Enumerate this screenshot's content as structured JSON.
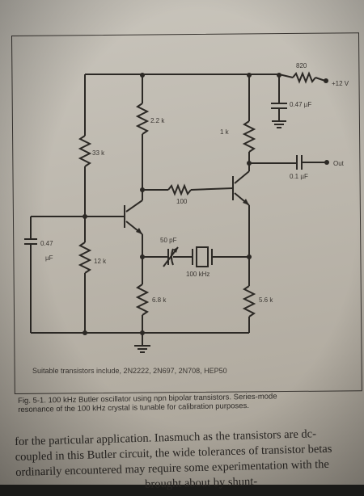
{
  "components": {
    "r_820": "820",
    "supply": "+12 V",
    "c_047_top": "0.47 µF",
    "r_22k": "2.2 k",
    "r_1k": "1 k",
    "out": "Out",
    "c_01": "0.1 µF",
    "r_33k": "33 k",
    "r_100": "100",
    "c_50p": "50 pF",
    "c_047_left_value": "0.47",
    "c_047_left_unit": "µF",
    "r_12k": "12 k",
    "crystal": "100 kHz",
    "r_68k": "6.8 k",
    "r_56k": "5.6 k"
  },
  "note": "Suitable transistors include, 2N2222, 2N697, 2N708, HEP50",
  "caption": {
    "line1": "Fig. 5-1. 100 kHz Butler oscillator using npn bipolar transistors. Series-mode",
    "line2": "resonance of the 100 kHz crystal is tunable for calibration purposes."
  },
  "body": {
    "line1": "for the particular application. Inasmuch as the transistors are dc-",
    "line2": "coupled in this Butler circuit, the wide tolerances of transistor betas",
    "line3": "ordinarily encountered may require some experimentation with the",
    "line4": "                                            brought about by shunt-"
  }
}
